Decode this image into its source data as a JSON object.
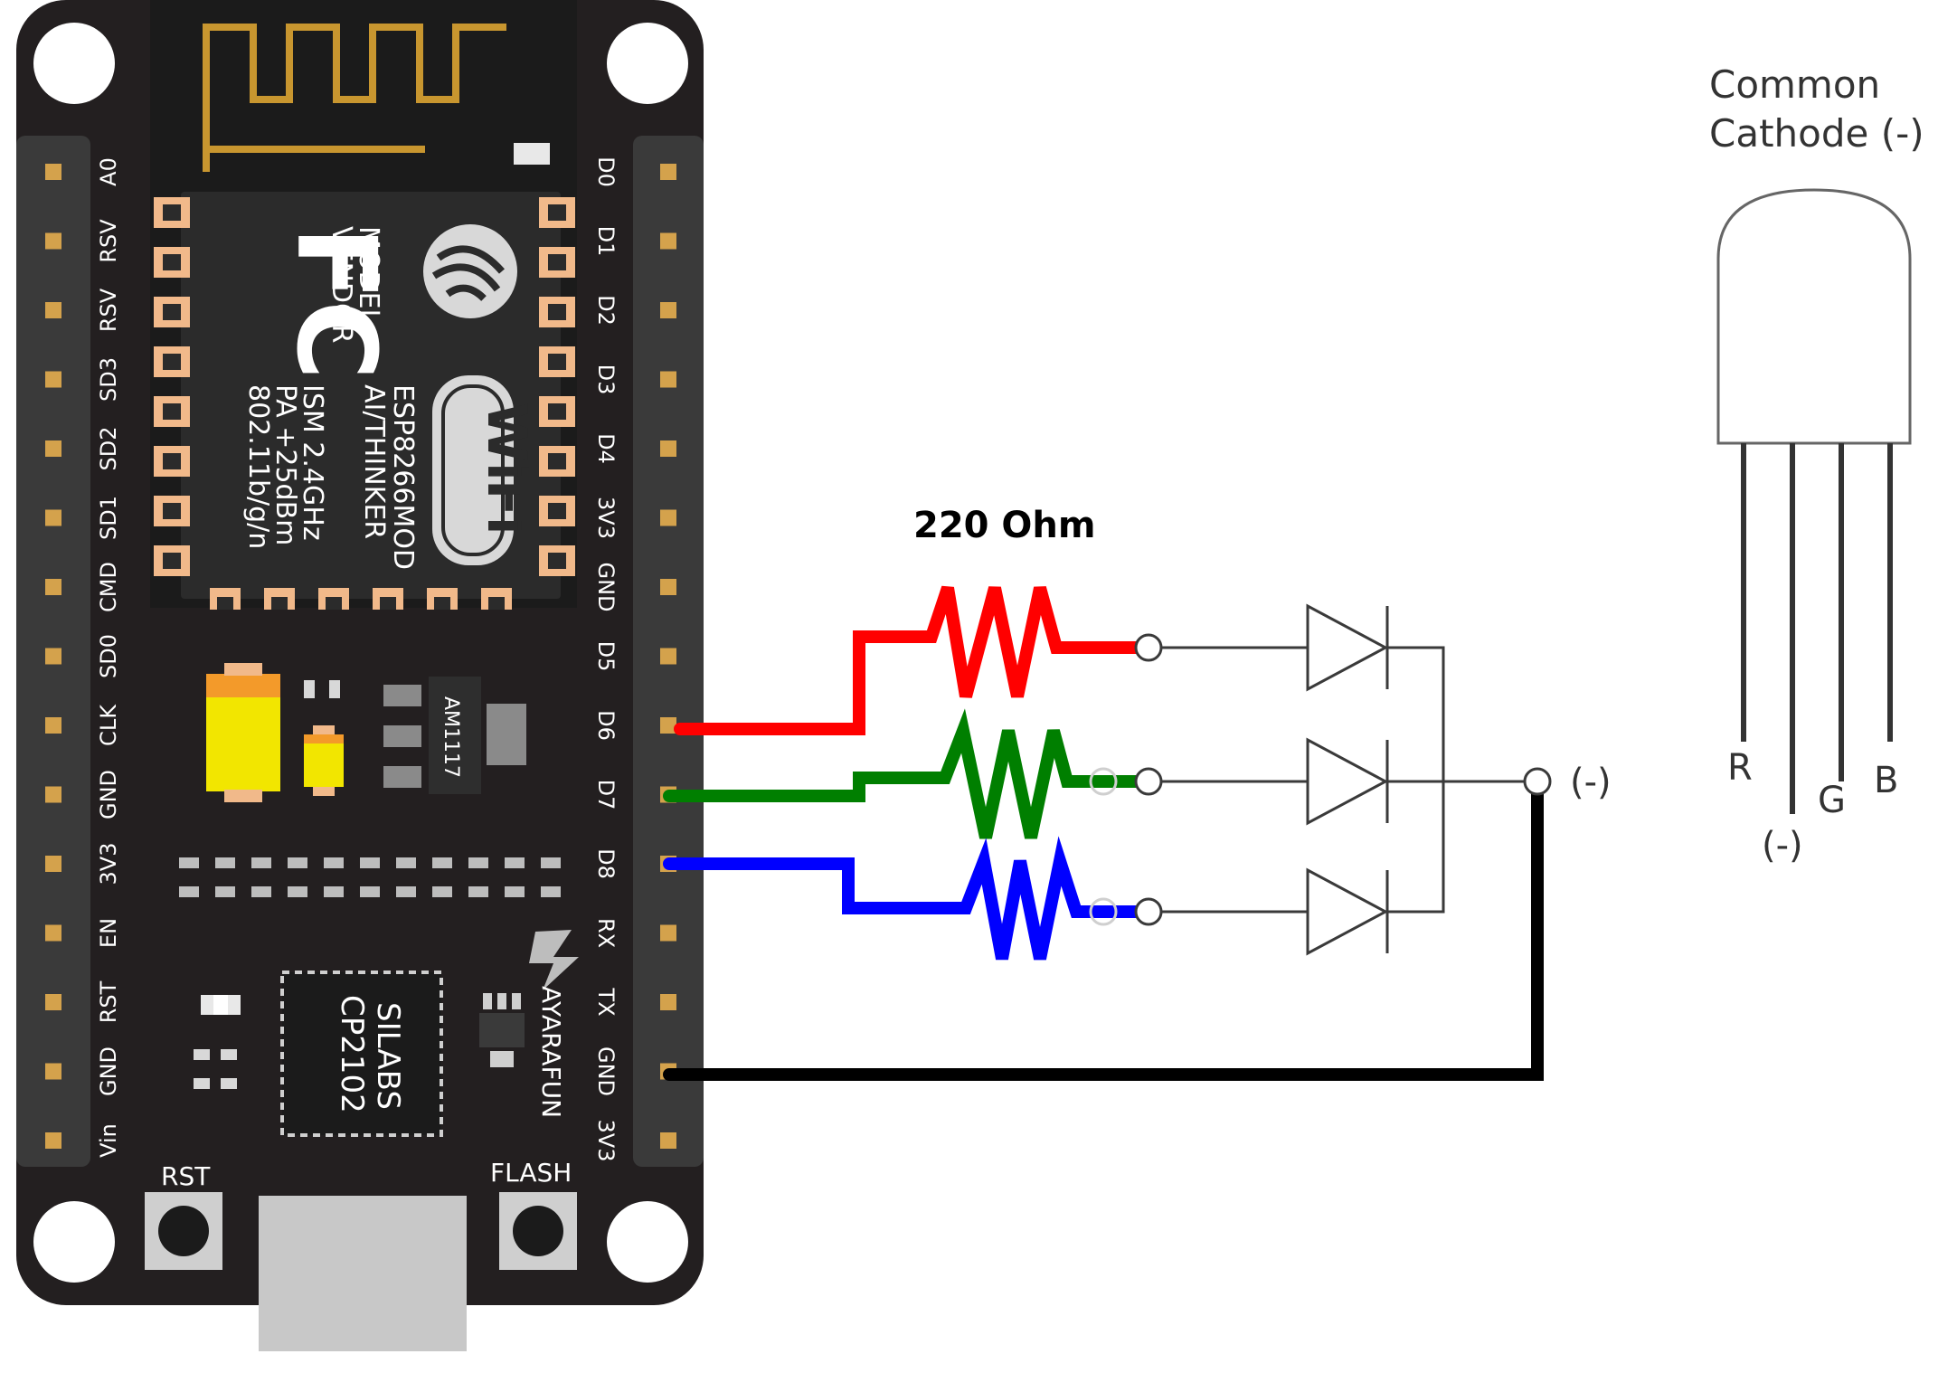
{
  "board": {
    "module_lines": [
      "MODEL",
      "VENDOR",
      "ISM 2.4GHz",
      "PA +25dBm",
      "802.11b/g/n"
    ],
    "module_values": [
      "ESP8266MOD",
      "AI/THINKER"
    ],
    "fc_logo": "FC",
    "wifi_logo": [
      "Wi",
      "Fi"
    ],
    "regulator": "AM1117",
    "usb_chip": [
      "SILABS",
      "CP2102"
    ],
    "brand": "AYARAFUN",
    "buttons": {
      "rst": "RST",
      "flash": "FLASH"
    },
    "left_pins": [
      "A0",
      "RSV",
      "RSV",
      "SD3",
      "SD2",
      "SD1",
      "CMD",
      "SD0",
      "CLK",
      "GND",
      "3V3",
      "EN",
      "RST",
      "GND",
      "Vin"
    ],
    "right_pins": [
      "D0",
      "D1",
      "D2",
      "D3",
      "D4",
      "3V3",
      "GND",
      "D5",
      "D6",
      "D7",
      "D8",
      "RX",
      "TX",
      "GND",
      "3V3"
    ]
  },
  "circuit": {
    "resistor_label": "220 Ohm",
    "cathode_symbol": "(-)",
    "wire_colors": {
      "red": "#ff0000",
      "green": "#007f00",
      "blue": "#0000ff",
      "ground": "#000000"
    }
  },
  "led": {
    "title_line1": "Common",
    "title_line2": "Cathode (-)",
    "pin_labels": {
      "r": "R",
      "cathode": "(-)",
      "g": "G",
      "b": "B"
    }
  },
  "colors": {
    "board": "#231f20",
    "header": "#3a3a3a",
    "pin_pad": "#d4a24c",
    "antenna": "#c8962f",
    "module_pad": "#f1b98a",
    "usb": "#c8c8c8"
  }
}
